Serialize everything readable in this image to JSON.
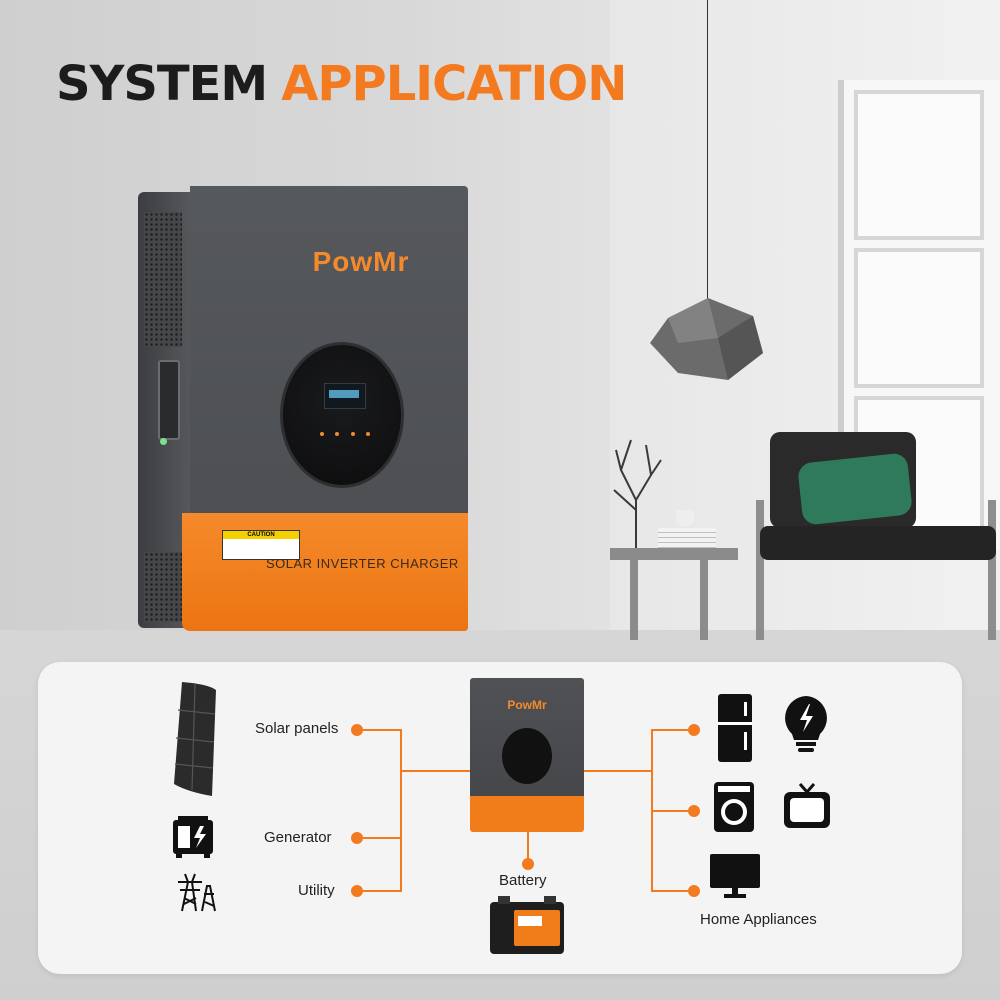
{
  "headline": {
    "word1": "SYSTEM",
    "word2": "APPLICATION"
  },
  "product": {
    "brand": "PowMr",
    "label": "SOLAR INVERTER CHARGER",
    "caution_title": "CAUTION"
  },
  "diagram": {
    "inputs": [
      {
        "label": "Solar panels",
        "icon": "solar-panel-icon"
      },
      {
        "label": "Generator",
        "icon": "generator-icon"
      },
      {
        "label": "Utility",
        "icon": "power-tower-icon"
      }
    ],
    "battery_label": "Battery",
    "outputs_label": "Home Appliances",
    "appliance_icons": [
      "refrigerator-icon",
      "light-bulb-icon",
      "washing-machine-icon",
      "tv-icon",
      "monitor-icon"
    ]
  },
  "colors": {
    "accent": "#f47a1f",
    "dark": "#1c1c1c"
  }
}
